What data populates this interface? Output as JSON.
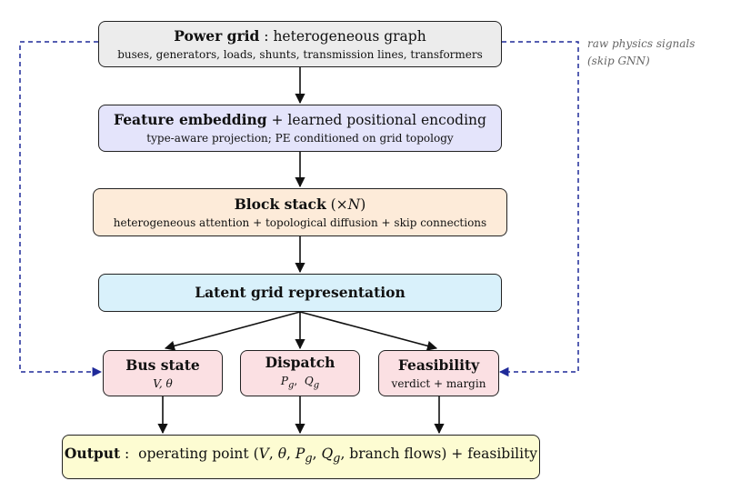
{
  "colors": {
    "power_grid": "#ececec",
    "embedding": "#e4e4fb",
    "block_stack": "#fdebd9",
    "latent": "#d9f1fb",
    "heads": "#fbe0e3",
    "output": "#fdfcd2",
    "skip_line": "#1f2a99"
  },
  "nodes": {
    "power_grid": {
      "title_bold": "Power grid",
      "title_rest": " :  heterogeneous graph",
      "sub": "buses, generators, loads, shunts, transmission lines, transformers"
    },
    "embedding": {
      "title_bold": "Feature embedding",
      "title_rest": " + learned positional encoding",
      "sub": "type-aware projection;  PE conditioned on grid topology"
    },
    "block_stack": {
      "title_bold": "Block stack",
      "title_rest": "  (×",
      "title_n": "N",
      "title_close": ")",
      "sub": "heterogeneous attention  +  topological diffusion  +  skip connections"
    },
    "latent": {
      "title_bold": "Latent grid representation"
    },
    "bus_state": {
      "title_bold": "Bus state",
      "sub": "V,  θ"
    },
    "dispatch": {
      "title_bold": "Dispatch",
      "sub_p": "P",
      "sub_p_sub": "g",
      "sub_sep": ",  ",
      "sub_q": "Q",
      "sub_q_sub": "g"
    },
    "feasibility": {
      "title_bold": "Feasibility",
      "sub": "verdict + margin"
    },
    "output": {
      "title_bold": "Output",
      "prefix": " :  operating point (",
      "v": "V",
      "c1": ", ",
      "theta": "θ",
      "c2": ", ",
      "p": "P",
      "p_sub": "g",
      "c3": ", ",
      "q": "Q",
      "q_sub": "g",
      "suffix": ", branch flows) + feasibility"
    }
  },
  "skip_note": {
    "line1": "raw physics signals",
    "line2": "(skip GNN)"
  }
}
